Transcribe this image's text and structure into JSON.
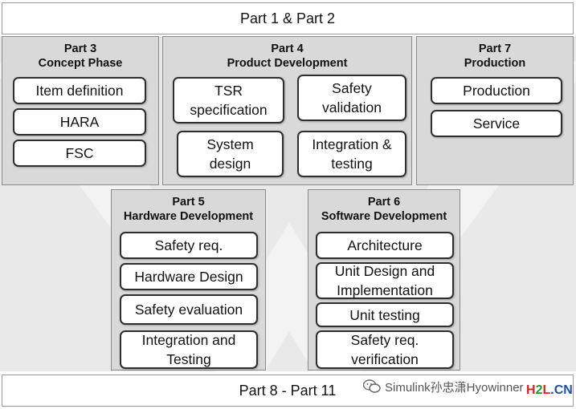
{
  "top_bar": "Part 1 & Part 2",
  "bottom_bar": "Part 8 - Part 11",
  "part3": {
    "title": "Part 3",
    "subtitle": "Concept Phase",
    "items": [
      "Item definition",
      "HARA",
      "FSC"
    ]
  },
  "part4": {
    "title": "Part 4",
    "subtitle": "Product Development",
    "items": [
      [
        "TSR",
        "specification"
      ],
      [
        "Safety",
        "validation"
      ],
      [
        "System",
        "design"
      ],
      [
        "Integration &",
        "testing"
      ]
    ]
  },
  "part7": {
    "title": "Part 7",
    "subtitle": "Production",
    "items": [
      "Production",
      "Service"
    ]
  },
  "part5": {
    "title": "Part 5",
    "subtitle": "Hardware Development",
    "items": [
      "Safety req.",
      "Hardware Design",
      "Safety evaluation",
      [
        "Integration and",
        "Testing"
      ]
    ]
  },
  "part6": {
    "title": "Part 6",
    "subtitle": "Software Development",
    "items": [
      "Architecture",
      [
        "Unit Design and",
        "Implementation"
      ],
      "Unit testing",
      [
        "Safety req.",
        "verification"
      ]
    ]
  },
  "watermark": {
    "text": "Simulink孙忠潇Hyowinner",
    "brand_h": "H",
    "brand_2": "2",
    "brand_l": "L",
    "brand_cn": ".CN",
    "colors": {
      "red": "#e02020",
      "green": "#1a9a2a",
      "blue": "#1f4fa8"
    }
  }
}
